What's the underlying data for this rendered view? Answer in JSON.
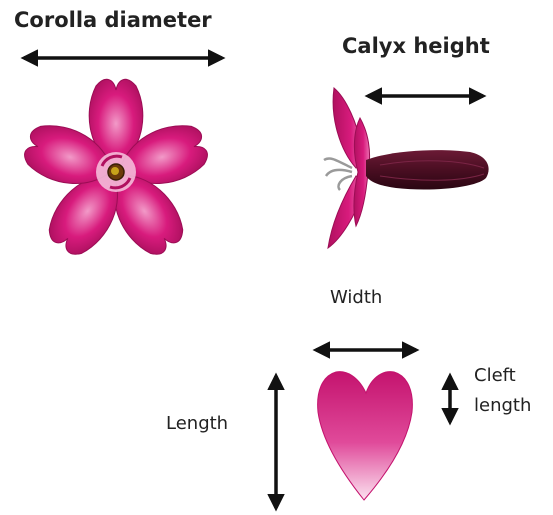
{
  "labels": {
    "corolla_diameter": "Corolla diameter",
    "calyx_height": "Calyx height",
    "width": "Width",
    "length": "Length",
    "cleft_length_line1": "Cleft",
    "cleft_length_line2": "length"
  },
  "colors": {
    "petal_base": "#d81b7d",
    "petal_dark": "#b0105f",
    "petal_light": "#f7c6df",
    "calyx": "#4a0e22",
    "arrow": "#111111",
    "stamen": "#9a9a9a"
  }
}
